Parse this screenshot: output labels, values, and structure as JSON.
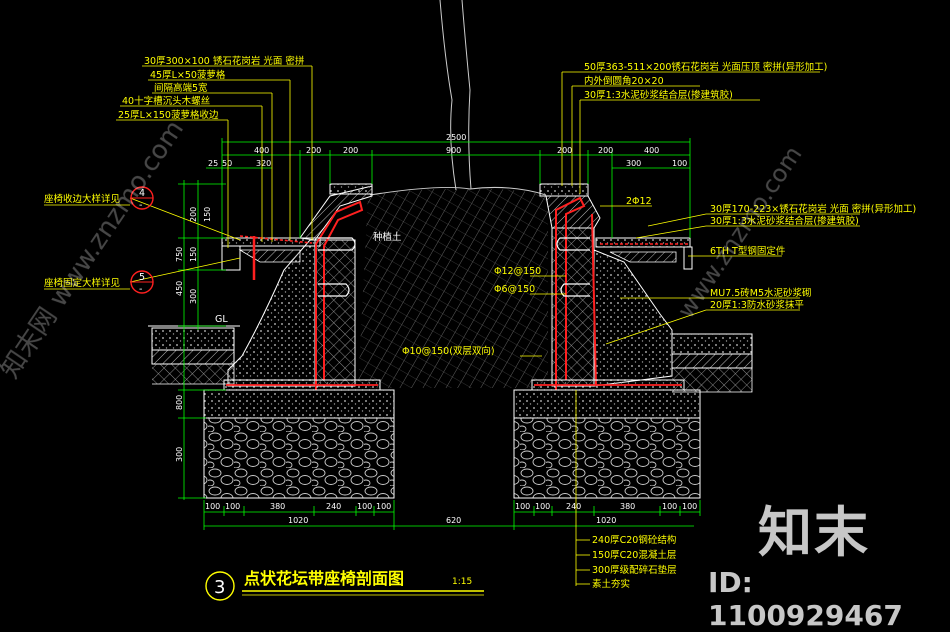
{
  "drawing": {
    "title": "点状花坛带座椅剖面图",
    "scale": "1:15",
    "number": "3"
  },
  "left_callouts": [
    "30厚300×100 锈石花岗岩 光面 密拼",
    "45厚L×50菠萝格",
    "间隔高端5宽",
    "40十字槽沉头木螺丝",
    "25厚L×150菠萝格收边"
  ],
  "right_callouts_top": [
    "50厚363-511×200锈石花岗岩 光面压顶 密拼(异形加工)",
    "内外倒圆角20×20",
    "30厚1:3水泥砂浆结合层(掺建筑胶)"
  ],
  "right_callouts_mid": [
    "2Φ12",
    "30厚170-223×锈石花岗岩 光面 密拼(异形加工)",
    "30厚1:3水泥砂浆结合层(掺建筑胶)",
    "6TH T型钢固定件"
  ],
  "right_callouts_low": [
    "MU7.5砖M5水泥砂浆砌",
    "20厚1:3防水砂浆抹平"
  ],
  "rebar_labels": [
    "Φ12@150",
    "Φ6@150",
    "Φ10@150(双层双向)"
  ],
  "soil_label": "种植土",
  "detail_refs": [
    {
      "text": "座椅收边大样详见",
      "num": "4",
      "sub": "-"
    },
    {
      "text": "座椅固定大样详见",
      "num": "5",
      "sub": "-"
    }
  ],
  "ground_label": "GL",
  "layer_notes": [
    "240厚C20钢砼结构",
    "150厚C20混凝土层",
    "300厚级配碎石垫层",
    "素土夯实"
  ],
  "top_dims": {
    "overall": "2500",
    "segments": [
      "400",
      "200",
      "200",
      "900",
      "200",
      "200",
      "400"
    ],
    "left_sub": [
      "25",
      "50",
      "320"
    ],
    "right_sub": [
      "300",
      "100"
    ]
  },
  "left_vert_dims": [
    "200",
    "150",
    "750",
    "150",
    "450",
    "300",
    "800",
    "300"
  ],
  "bottom_dims": {
    "left": [
      "100",
      "100",
      "380",
      "240",
      "100",
      "100"
    ],
    "left_total": "1020",
    "middle": "620",
    "right": [
      "100",
      "100",
      "240",
      "380",
      "100",
      "100"
    ],
    "right_total": "1020"
  },
  "watermark": {
    "brand": "知末",
    "id": "ID: 1100929467",
    "diagonal": [
      "知末网 www.znzmo.com",
      "www.znzmo.com"
    ]
  },
  "colors": {
    "background": "#000000",
    "annotation": "#ffff00",
    "dimension": "#00ff00",
    "outline": "#ffffff",
    "rebar": "#ff2020",
    "title": "#ffff00"
  }
}
